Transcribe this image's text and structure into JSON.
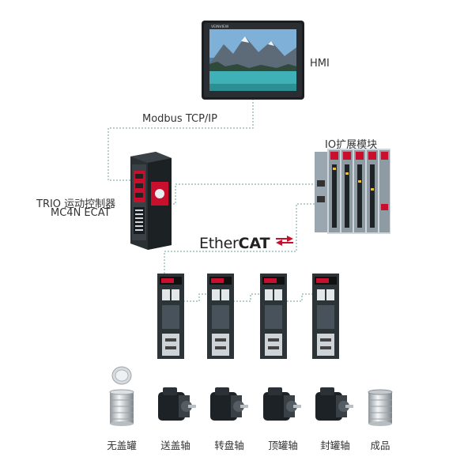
{
  "labels": {
    "hmi": "HMI",
    "protocol": "Modbus TCP/IP",
    "io_module": "IO扩展模块",
    "controller_line1": "TRIO 运动控制器",
    "controller_line2": "MC4N ECAT",
    "ethercat_a": "Ether",
    "ethercat_b": "CAT",
    "hmi_brand": "VEINVIEW"
  },
  "captions": [
    "无盖罐",
    "送盖轴",
    "转盘轴",
    "顶罐轴",
    "封罐轴",
    "成品"
  ],
  "colors": {
    "link": "#7fb0a6",
    "device_dark": "#2c3438",
    "accent_red": "#c8102e"
  }
}
